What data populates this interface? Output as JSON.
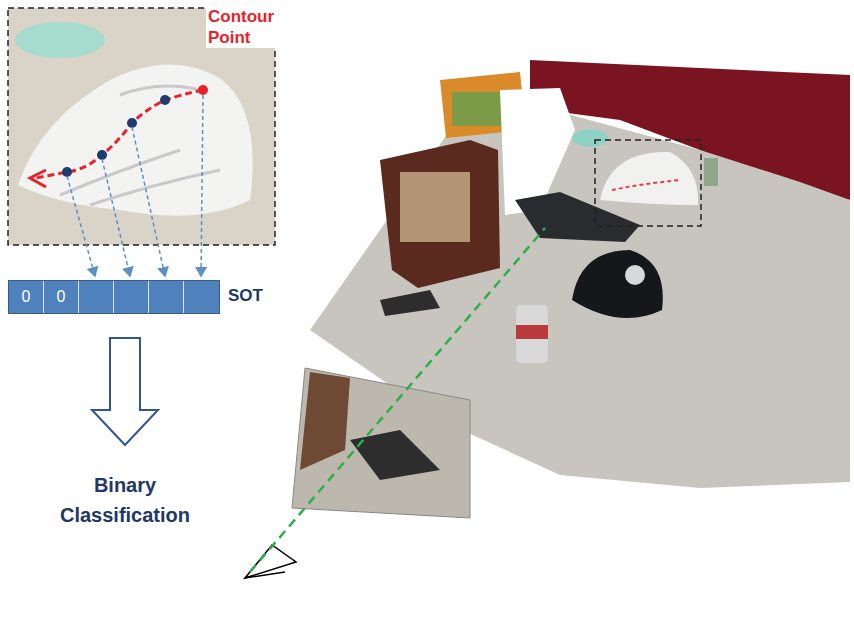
{
  "diagram": {
    "nodes": [
      {
        "text": [
          "SOT"
        ]
      },
      {
        "text": [
          "0"
        ],
        "in": 0
      },
      {
        "text": [
          "0"
        ],
        "in": 0
      }
    ],
    "labels": [
      "Contour Point",
      "Binary Classification"
    ]
  }
}
